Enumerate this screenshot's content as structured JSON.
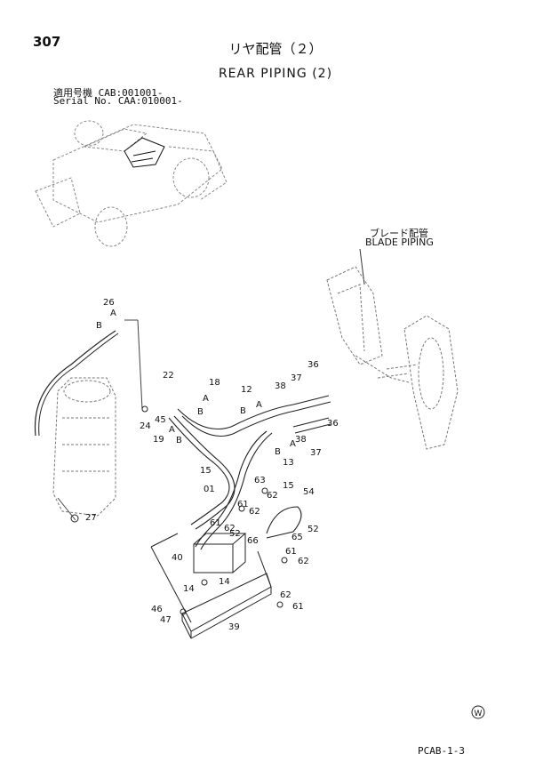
{
  "header": {
    "page_number": "307",
    "title_jp": "リヤ配管（２）",
    "title_en": "REAR PIPING (2)",
    "serial_jp": "適用号機  CAB:001001-",
    "serial_en": "Serial No. CAA:010001-"
  },
  "diagram": {
    "blade_piping_jp": "ブレード配管",
    "blade_piping_en": "BLADE PIPING",
    "callouts": [
      {
        "id": "c26",
        "text": "26"
      },
      {
        "id": "c22",
        "text": "22"
      },
      {
        "id": "c18",
        "text": "18"
      },
      {
        "id": "c12",
        "text": "12"
      },
      {
        "id": "c38a",
        "text": "38"
      },
      {
        "id": "c37a",
        "text": "37"
      },
      {
        "id": "c36a",
        "text": "36"
      },
      {
        "id": "c45",
        "text": "45"
      },
      {
        "id": "c24",
        "text": "24"
      },
      {
        "id": "c19",
        "text": "19"
      },
      {
        "id": "c36b",
        "text": "36"
      },
      {
        "id": "c38b",
        "text": "38"
      },
      {
        "id": "c37b",
        "text": "37"
      },
      {
        "id": "c13",
        "text": "13"
      },
      {
        "id": "c15a",
        "text": "15"
      },
      {
        "id": "c01",
        "text": "01"
      },
      {
        "id": "c63",
        "text": "63"
      },
      {
        "id": "c62a",
        "text": "62"
      },
      {
        "id": "c15b",
        "text": "15"
      },
      {
        "id": "c54",
        "text": "54"
      },
      {
        "id": "c61a",
        "text": "61"
      },
      {
        "id": "c62b",
        "text": "62"
      },
      {
        "id": "c52a",
        "text": "52"
      },
      {
        "id": "c65",
        "text": "65"
      },
      {
        "id": "c61b",
        "text": "61"
      },
      {
        "id": "c62c",
        "text": "62"
      },
      {
        "id": "c52b",
        "text": "52"
      },
      {
        "id": "c66",
        "text": "66"
      },
      {
        "id": "c40",
        "text": "40"
      },
      {
        "id": "c61c",
        "text": "61"
      },
      {
        "id": "c62d",
        "text": "62"
      },
      {
        "id": "c14a",
        "text": "14"
      },
      {
        "id": "c14b",
        "text": "14"
      },
      {
        "id": "c62e",
        "text": "62"
      },
      {
        "id": "c61d",
        "text": "61"
      },
      {
        "id": "c46",
        "text": "46"
      },
      {
        "id": "c47",
        "text": "47"
      },
      {
        "id": "c39",
        "text": "39"
      },
      {
        "id": "c27",
        "text": "27"
      },
      {
        "id": "a26",
        "text": "A"
      },
      {
        "id": "b26",
        "text": "B"
      },
      {
        "id": "a18",
        "text": "A"
      },
      {
        "id": "b18",
        "text": "B"
      },
      {
        "id": "a12",
        "text": "A"
      },
      {
        "id": "b12",
        "text": "B"
      },
      {
        "id": "a19",
        "text": "A"
      },
      {
        "id": "b19",
        "text": "B"
      },
      {
        "id": "a13",
        "text": "A"
      },
      {
        "id": "b13",
        "text": "B"
      }
    ],
    "mark": "W"
  },
  "footer": {
    "code": "PCAB-1-3"
  }
}
